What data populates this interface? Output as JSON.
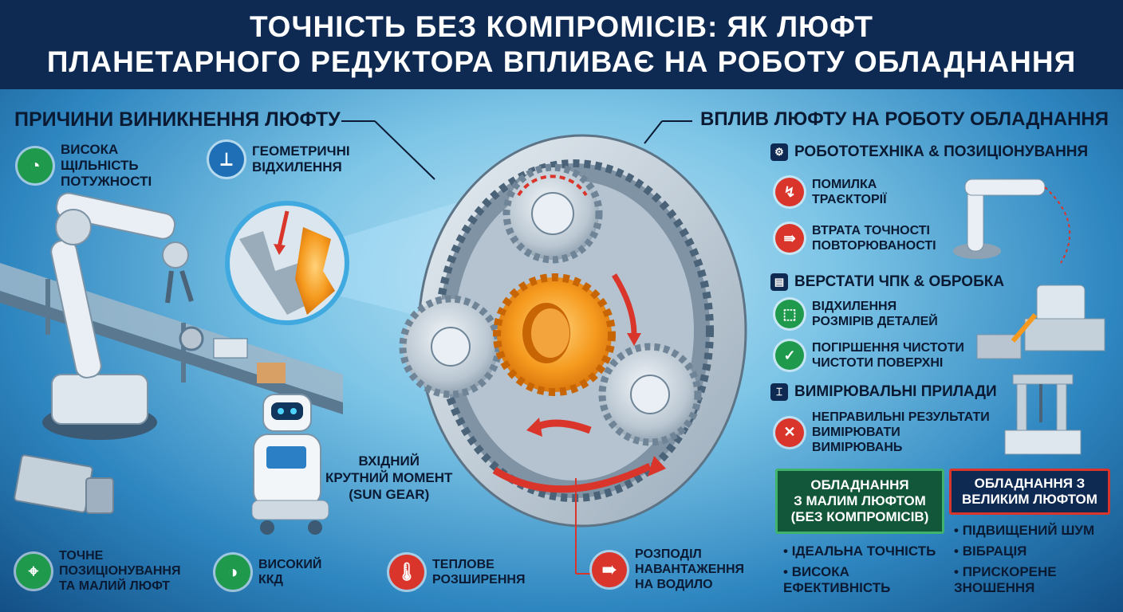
{
  "title": {
    "line1": "ТОЧНІСТЬ БЕЗ КОМПРОМІСІВ: ЯК ЛЮФТ",
    "line2": "ПЛАНЕТАРНОГО РЕДУКТОРА ВПЛИВАЄ НА РОБОТУ ОБЛАДНАННЯ"
  },
  "left": {
    "header": "ПРИЧИНИ ВИНИКНЕННЯ ЛЮФТУ",
    "causes": [
      {
        "icon": "gauge-icon",
        "text": "ВИСОКА\nЩІЛЬНІСТЬ\nПОТУЖНОСТІ",
        "color": "#1f9a4d"
      },
      {
        "icon": "caliper-icon",
        "text": "ГЕОМЕТРИЧНІ\nВІДХИЛЕННЯ",
        "color": "#1e6fb5"
      }
    ],
    "bottom": [
      {
        "icon": "crosshair-icon",
        "text": "ТОЧНЕ\nПОЗИЦІОНУВАННЯ\nТА МАЛИЙ ЛЮФТ",
        "color": "#1f9a4d"
      },
      {
        "icon": "speedometer-icon",
        "text": "ВИСОКИЙ\nККД",
        "color": "#1f9a4d"
      },
      {
        "icon": "thermometer-icon",
        "text": "ТЕПЛОВЕ\nРОЗШИРЕННЯ",
        "color": "#d9352a"
      },
      {
        "icon": "load-arrow-icon",
        "text": "РОЗПОДІЛ\nНАВАНТАЖЕННЯ\nНА ВОДИЛО",
        "color": "#d9352a"
      }
    ]
  },
  "center": {
    "sun_label": "ВХІДНИЙ\nКРУТНИЙ МОМЕНТ\n(SUN GEAR)"
  },
  "right": {
    "header": "ВПЛИВ ЛЮФТУ НА РОБОТУ ОБЛАДНАННЯ",
    "sections": [
      {
        "title": "РОБОТОТЕХНІКА & ПОЗИЦІОНУВАННЯ",
        "items": [
          {
            "icon": "trajectory-icon",
            "text": "ПОМИЛКА\nТРАЄКТОРІЇ",
            "color": "#d9352a"
          },
          {
            "icon": "repeat-icon",
            "text": "ВТРАТА ТОЧНОСТІ\nПОВТОРЮВАНОСТІ",
            "color": "#d9352a"
          }
        ]
      },
      {
        "title": "ВЕРСТАТИ ЧПК & ОБРОБКА",
        "items": [
          {
            "icon": "dimension-icon",
            "text": "ВІДХИЛЕННЯ\nРОЗМІРІВ ДЕТАЛЕЙ",
            "color": "#1f9a4d"
          },
          {
            "icon": "check-icon",
            "text": "ПОГІРШЕННЯ ЧИСТОТИ\nЧИСТОТИ ПОВЕРХНІ",
            "color": "#1f9a4d"
          }
        ]
      },
      {
        "title": "ВИМІРЮВАЛЬНІ ПРИЛАДИ",
        "items": [
          {
            "icon": "cross-icon",
            "text": "НЕПРАВИЛЬНІ РЕЗУЛЬТАТИ\nВИМІРЮВАТИ\nВИМІРЮВАНЬ",
            "color": "#d9352a"
          }
        ]
      }
    ],
    "compare": {
      "low": {
        "title": "ОБЛАДНАННЯ\nЗ МАЛИМ ЛЮФТОМ\n(БЕЗ КОМПРОМІСІВ)",
        "bullets": [
          "ІДЕАЛЬНА ТОЧНІСТЬ",
          "ВИСОКА\nЕФЕКТИВНІСТЬ"
        ]
      },
      "high": {
        "title": "ОБЛАДНАННЯ З\nВЕЛИКИМ ЛЮФТОМ",
        "bullets": [
          "ПІДВИЩЕНИЙ ШУМ",
          "ВІБРАЦІЯ",
          "ПРИСКОРЕНЕ\nЗНОШЕННЯ"
        ]
      }
    }
  }
}
